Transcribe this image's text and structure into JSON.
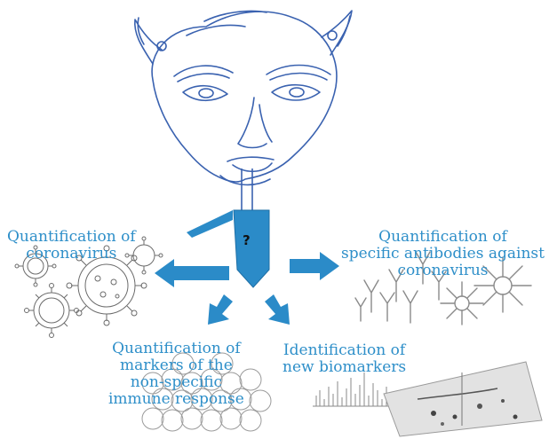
{
  "colors": {
    "accent": "#2e8fc9",
    "arrow": "#2b8bc8",
    "sketch": "#3a62b0",
    "figure_gray": "#8a8a8a"
  },
  "icons": {
    "face": "face-sketch-icon",
    "tube": "test-tube-icon",
    "virus": "coronavirus-icon",
    "antibody": "antibody-icon",
    "cells": "immune-cells-icon",
    "spectrum": "mass-spectrum-icon"
  },
  "tube": {
    "symbol": "?"
  },
  "labels": {
    "virus": {
      "line1": "Quantification of",
      "line2": "coronavirus"
    },
    "antibodies": {
      "line1": "Quantification of",
      "line2": "specific antibodies against",
      "line3": "coronavirus"
    },
    "markers": {
      "line1": "Quantification of",
      "line2": "markers of the",
      "line3": "non-specific",
      "line4": "immune response"
    },
    "biomarkers": {
      "line1": "Identification of",
      "line2": "new biomarkers"
    }
  }
}
